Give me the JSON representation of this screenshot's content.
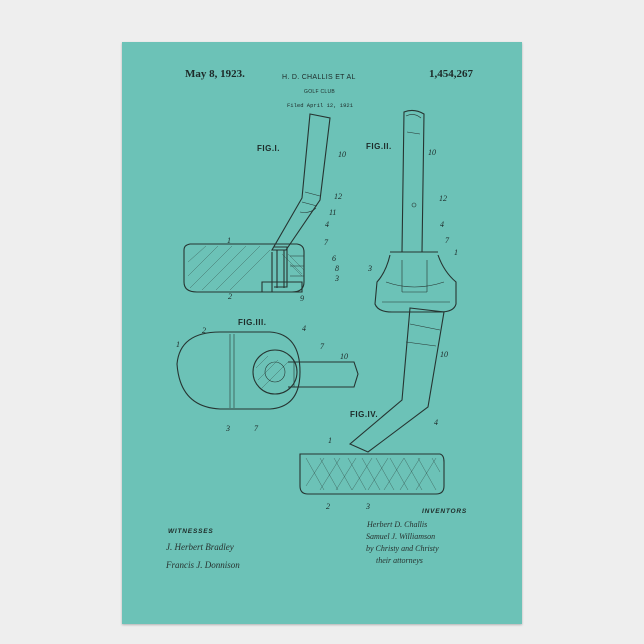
{
  "patent": {
    "date": "May 8, 1923.",
    "number": "1,454,267",
    "inventor_header": "H. D. CHALLIS ET AL",
    "title": "GOLF CLUB",
    "filed": "Filed April 12, 1921"
  },
  "figures": {
    "fig1": "FIG.I.",
    "fig2": "FIG.II.",
    "fig3": "FIG.III.",
    "fig4": "FIG.IV."
  },
  "labels": {
    "fig1": [
      "10",
      "12",
      "11",
      "4",
      "7",
      "1",
      "6",
      "8",
      "3",
      "2",
      "9"
    ],
    "fig2": [
      "10",
      "12",
      "4",
      "7",
      "3",
      "1"
    ],
    "fig3": [
      "4",
      "2",
      "1",
      "7",
      "10",
      "3",
      "7"
    ],
    "fig4": [
      "10",
      "4",
      "1",
      "2",
      "3"
    ]
  },
  "witnesses": {
    "heading": "WITNESSES",
    "names": [
      "J. Herbert Bradley",
      "Francis J. Donnison"
    ]
  },
  "inventors": {
    "heading": "INVENTORS",
    "lines": [
      "Herbert D. Challis",
      "Samuel J. Williamson",
      "by Christy and Christy",
      "their attorneys"
    ]
  }
}
